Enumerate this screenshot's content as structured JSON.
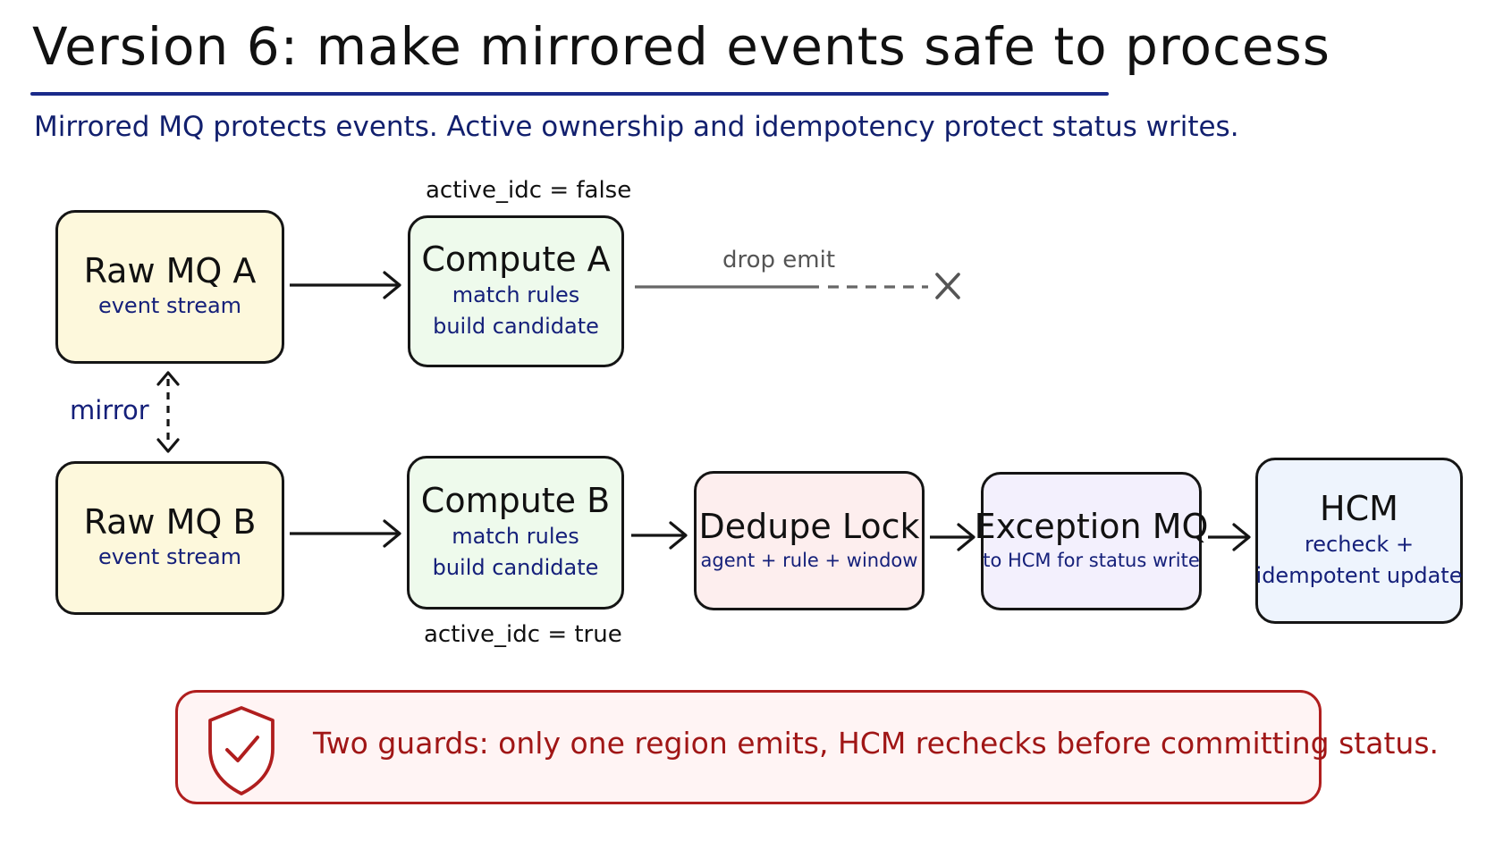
{
  "title": "Version 6: make mirrored events safe to process",
  "subtitle": "Mirrored MQ protects events. Active ownership and idempotency protect status writes.",
  "nodes": {
    "raw_mq_a": {
      "title": "Raw MQ A",
      "lines": [
        "event stream"
      ],
      "fill": "#fdf8dc"
    },
    "compute_a": {
      "title": "Compute A",
      "lines": [
        "match rules",
        "build candidate"
      ],
      "fill": "#eefaec"
    },
    "raw_mq_b": {
      "title": "Raw MQ B",
      "lines": [
        "event stream"
      ],
      "fill": "#fdf8dc"
    },
    "compute_b": {
      "title": "Compute B",
      "lines": [
        "match rules",
        "build candidate"
      ],
      "fill": "#eefaec"
    },
    "dedupe_lock": {
      "title": "Dedupe Lock",
      "lines": [
        "agent + rule + window"
      ],
      "fill": "#fdeeee"
    },
    "exception_mq": {
      "title": "Exception MQ",
      "lines": [
        "to HCM for status write"
      ],
      "fill": "#f3f0fd"
    },
    "hcm": {
      "title": "HCM",
      "lines": [
        "recheck +",
        "idempotent update"
      ],
      "fill": "#eef4fd"
    }
  },
  "annotations": {
    "compute_a_state": "active_idc = false",
    "compute_b_state": "active_idc = true",
    "mirror": "mirror",
    "drop_emit": "drop emit"
  },
  "guard": {
    "text": "Two guards: only one region emits, HCM rechecks before committing status.",
    "icon": "shield-check-icon"
  },
  "colors": {
    "accent_blue": "#15207a",
    "alert_red": "#b01e1e",
    "drop_gray": "#555555"
  }
}
